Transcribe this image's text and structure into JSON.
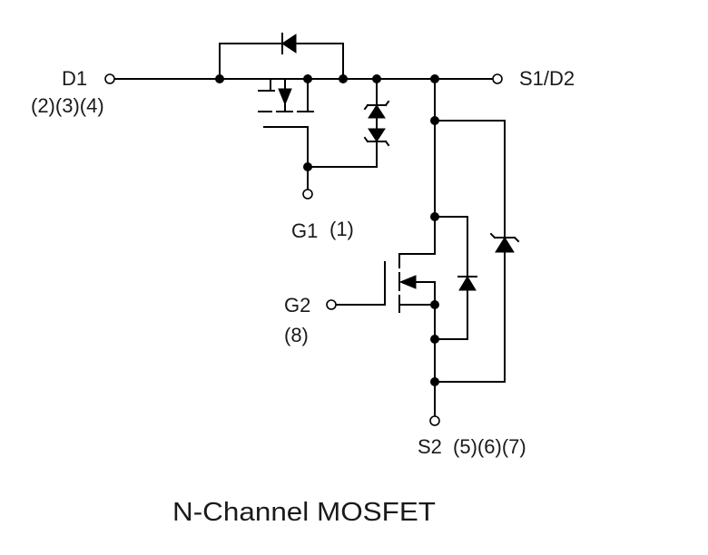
{
  "terminals": {
    "d1": {
      "name": "D1",
      "pins": "(2)(3)(4)"
    },
    "s1d2": {
      "name": "S1/D2"
    },
    "g1": {
      "name": "G1",
      "pins": "(1)"
    },
    "g2": {
      "name": "G2",
      "pins": "(8)"
    },
    "s2": {
      "name": "S2",
      "pins": "(5)(6)(7)"
    }
  },
  "caption": "N-Channel MOSFET"
}
